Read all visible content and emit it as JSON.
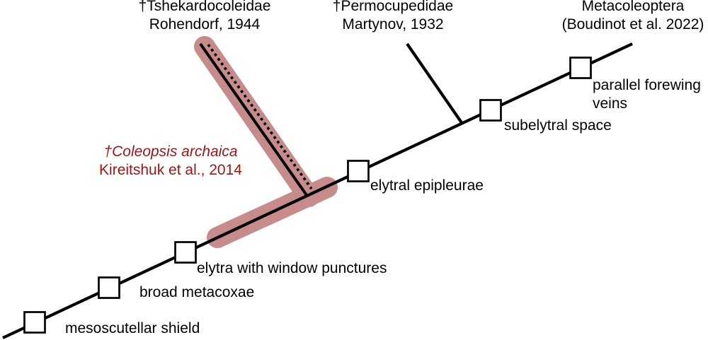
{
  "figure": {
    "type": "phylogenetic-cladogram",
    "colors": {
      "branch_line": "#000000",
      "highlight": "#c68b8b",
      "highlight_label_text": "#971717",
      "node_fill": "#ffffff",
      "node_border": "#000000",
      "background": "#ffffff"
    },
    "terminal_taxa": [
      {
        "id": "tshekardocoleidae",
        "name": "†Tshekardocoleidae",
        "authority": "Rohendorf, 1944"
      },
      {
        "id": "permocupedidae",
        "name": "†Permocupedidae",
        "authority": "Martynov, 1932"
      },
      {
        "id": "metacoleoptera",
        "name": "Metacoleoptera",
        "authority": "(Boudinot et al. 2022)"
      }
    ],
    "highlighted_taxon": {
      "name": "†Coleopsis archaica",
      "authority": "Kireitshuk et al., 2014"
    },
    "characters": [
      {
        "label": "mesoscutellar shield"
      },
      {
        "label": "broad metacoxae"
      },
      {
        "label": "elytra with window punctures"
      },
      {
        "label": "elytral epipleurae"
      },
      {
        "label": "subelytral space"
      },
      {
        "label": "parallel forewing veins"
      }
    ]
  }
}
